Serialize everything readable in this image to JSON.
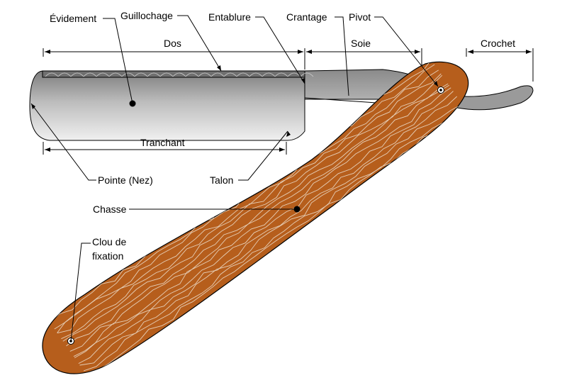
{
  "labels": {
    "evidement": "Évidement",
    "guillochage": "Guillochage",
    "entablure": "Entablure",
    "crantage": "Crantage",
    "pivot": "Pivot",
    "dos": "Dos",
    "soie": "Soie",
    "crochet": "Crochet",
    "tranchant": "Tranchant",
    "pointe": "Pointe (Nez)",
    "talon": "Talon",
    "chasse": "Chasse",
    "clou_line1": "Clou de",
    "clou_line2": "fixation"
  },
  "colors": {
    "wood": "#b65e1c",
    "wood_grain": "#e6cfb8",
    "blade_light": "#e4e4e4",
    "blade_dark": "#8e8e8e",
    "tang": "#9a9a9a",
    "spine": "#6f6f6f",
    "outline": "#000000"
  }
}
